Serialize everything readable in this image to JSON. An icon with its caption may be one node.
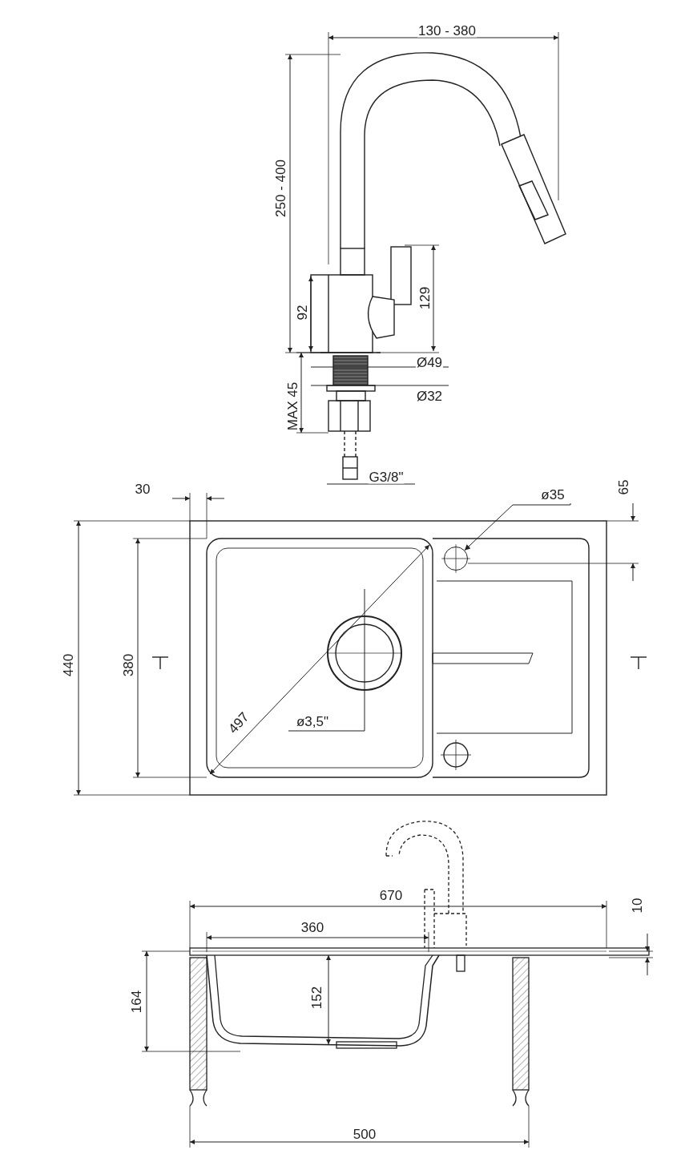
{
  "diagram": {
    "nodes": [
      {
        "text": [
          "ø35"
        ]
      },
      {
        "text": [],
        "shape": "circle"
      }
    ],
    "edges": [
      {
        "from": 0,
        "to": 1,
        "arrow": "to"
      }
    ],
    "labels": [
      "130 - 380",
      "250 - 400",
      "92",
      "129",
      "Ø49",
      "MAX 45",
      "Ø32",
      "G3/8\"",
      "30",
      "65",
      "440",
      "380",
      "497",
      "ø3,5\"",
      "670",
      "10",
      "360",
      "164",
      "152",
      "500"
    ]
  }
}
